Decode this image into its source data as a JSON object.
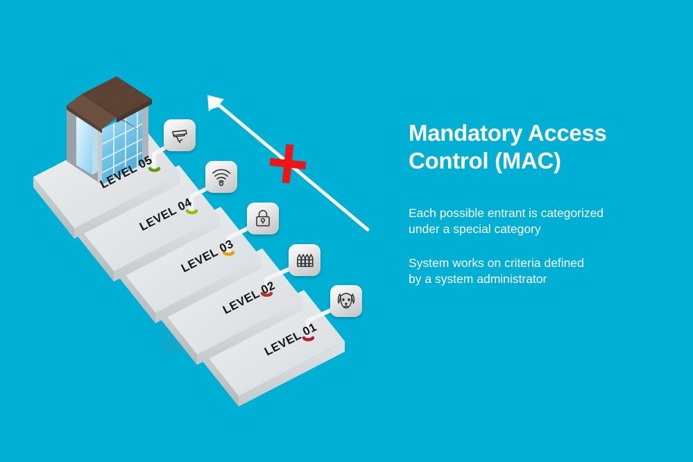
{
  "background_color": "#00AFD4",
  "headline": {
    "line1": "Mandatory Access",
    "line2": "Control (MAC)"
  },
  "paragraph_1": {
    "line1": "Each possible entrant is categorized",
    "line2": "under a special category"
  },
  "paragraph_2": {
    "line1": "System works on criteria defined",
    "line2": "by a system administrator"
  },
  "diagram": {
    "type": "isometric-staircase",
    "building_label": "house",
    "steps": [
      {
        "label": "LEVEL 05",
        "marker_color": "#5aa000",
        "icon": "security-camera-icon"
      },
      {
        "label": "LEVEL 04",
        "marker_color": "#9bbf00",
        "icon": "wifi-signal-icon"
      },
      {
        "label": "LEVEL 03",
        "marker_color": "#e8a200",
        "icon": "padlock-icon"
      },
      {
        "label": "LEVEL 02",
        "marker_color": "#b5331f",
        "icon": "fence-icon"
      },
      {
        "label": "LEVEL 01",
        "marker_color": "#c41230",
        "icon": "guard-dog-icon"
      }
    ],
    "step_top_color": "#e2e6e7",
    "step_side_color": "#c9ced0",
    "step_front_color": "#b6bcbe",
    "house_roof_color": "#5b4233",
    "house_glass_color": "#8fd4ee",
    "house_frame_color": "#9aa2a8"
  },
  "annotations": {
    "arrow": {
      "name": "white-arrow",
      "color": "#ffffff",
      "direction": "up-left"
    },
    "cross": {
      "name": "red-cross-marker",
      "color": "#f01414"
    }
  }
}
